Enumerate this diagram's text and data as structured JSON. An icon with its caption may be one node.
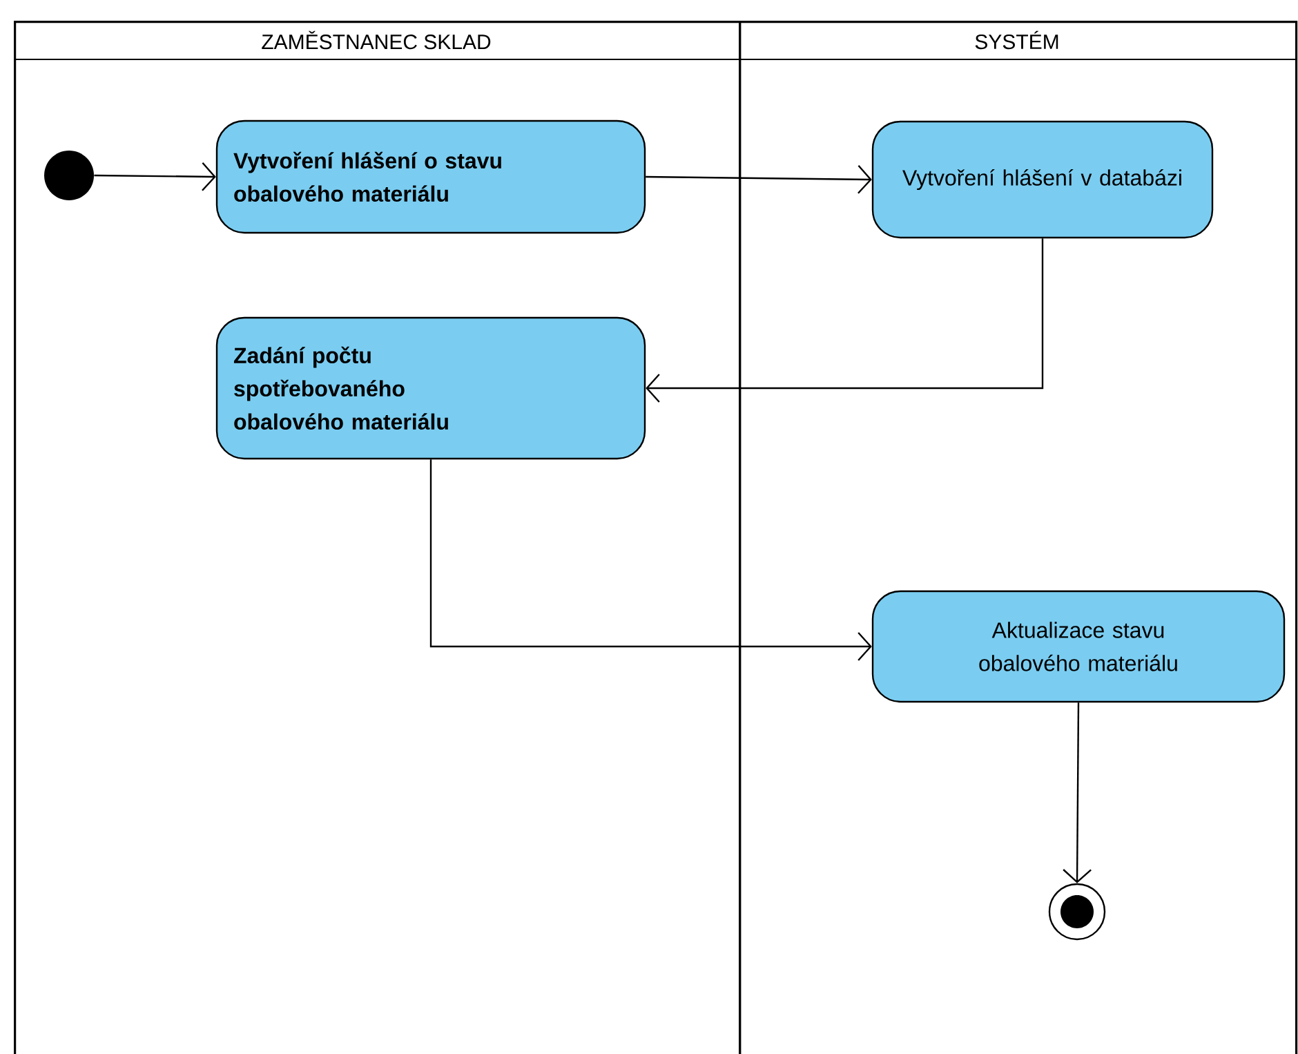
{
  "diagram": {
    "nodes": [
      {
        "text": [
          "ZAMĚSTNANEC SKLAD"
        ]
      },
      {
        "text": [
          "SYSTÉM"
        ]
      },
      {
        "text": [],
        "shape": "circle",
        "in": 0
      },
      {
        "text": [
          "Vytvoření hlášení o stavu obalového materiálu"
        ],
        "in": 0
      },
      {
        "text": [
          "Vytvoření hlášení v databázi"
        ],
        "in": 1
      },
      {
        "text": [
          "Zadání počtu spotřebovaného obalového materiálu"
        ],
        "in": 0
      },
      {
        "text": [
          "Aktualizace stavu obalového materiálu"
        ],
        "in": 1
      },
      {
        "text": [],
        "shape": "circle",
        "in": 1
      }
    ],
    "edges": [
      {
        "from": 2,
        "to": 3,
        "arrow": "to"
      },
      {
        "from": 3,
        "to": 4,
        "arrow": "to"
      },
      {
        "from": 4,
        "to": 5,
        "arrow": "to"
      },
      {
        "from": 5,
        "to": 6,
        "arrow": "to"
      },
      {
        "from": 6,
        "to": 7,
        "arrow": "to"
      }
    ]
  }
}
